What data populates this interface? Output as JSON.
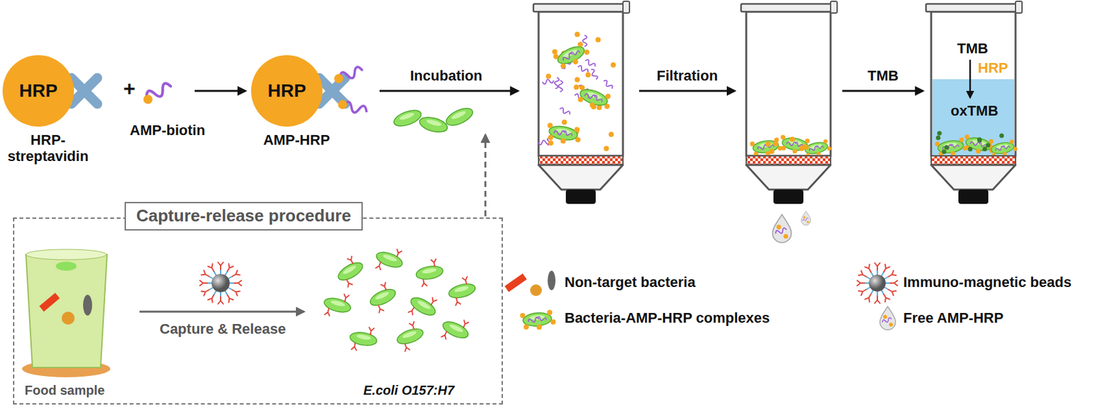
{
  "diagram": {
    "nodes": [
      {
        "text": [
          "HRP",
          "HRP-streptavidin"
        ]
      },
      {
        "text": [
          "HRP",
          "AMP-HRP"
        ]
      },
      {
        "text": [
          "Capture-release procedure"
        ]
      },
      {
        "text": [
          "TMB",
          "HRP",
          "oxTMB"
        ]
      }
    ],
    "labels": [
      "+",
      "AMP-biotin",
      "Incubation",
      "Filtration",
      "TMB",
      "Food sample",
      "Capture & Release",
      "E.coli O157:H7"
    ],
    "legend": [
      {
        "text": "Non-target bacteria"
      },
      {
        "text": "Immuno-magnetic beads"
      },
      {
        "text": "Bacteria-AMP-HRP complexes"
      },
      {
        "text": "Free AMP-HRP"
      }
    ]
  }
}
